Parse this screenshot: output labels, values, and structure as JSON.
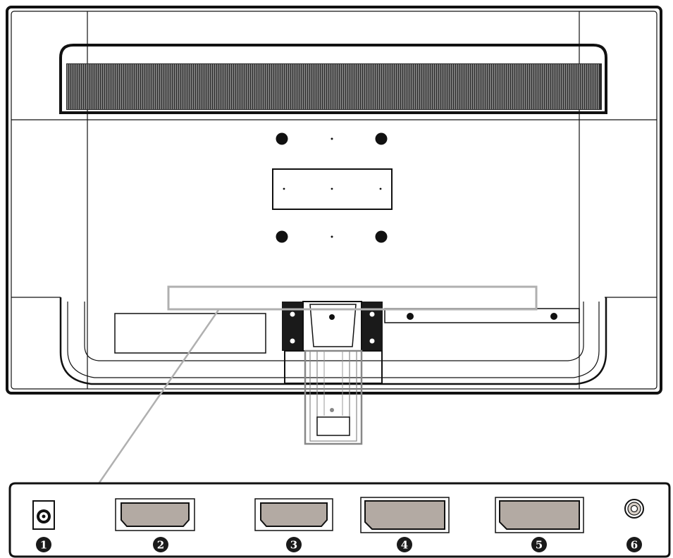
{
  "diagram": {
    "subject": "monitor-rear-view",
    "ports": [
      {
        "number": "1",
        "icon": "dc-power-jack-icon"
      },
      {
        "number": "2",
        "icon": "hdmi-port-icon"
      },
      {
        "number": "3",
        "icon": "hdmi-port-icon"
      },
      {
        "number": "4",
        "icon": "displayport-port-icon"
      },
      {
        "number": "5",
        "icon": "displayport-port-icon"
      },
      {
        "number": "6",
        "icon": "audio-out-jack-icon"
      }
    ],
    "colors": {
      "line": "#111111",
      "port_fill": "#b3aaa3",
      "highlight": "#b0b0b0",
      "badge": "#1a1a1a"
    }
  }
}
